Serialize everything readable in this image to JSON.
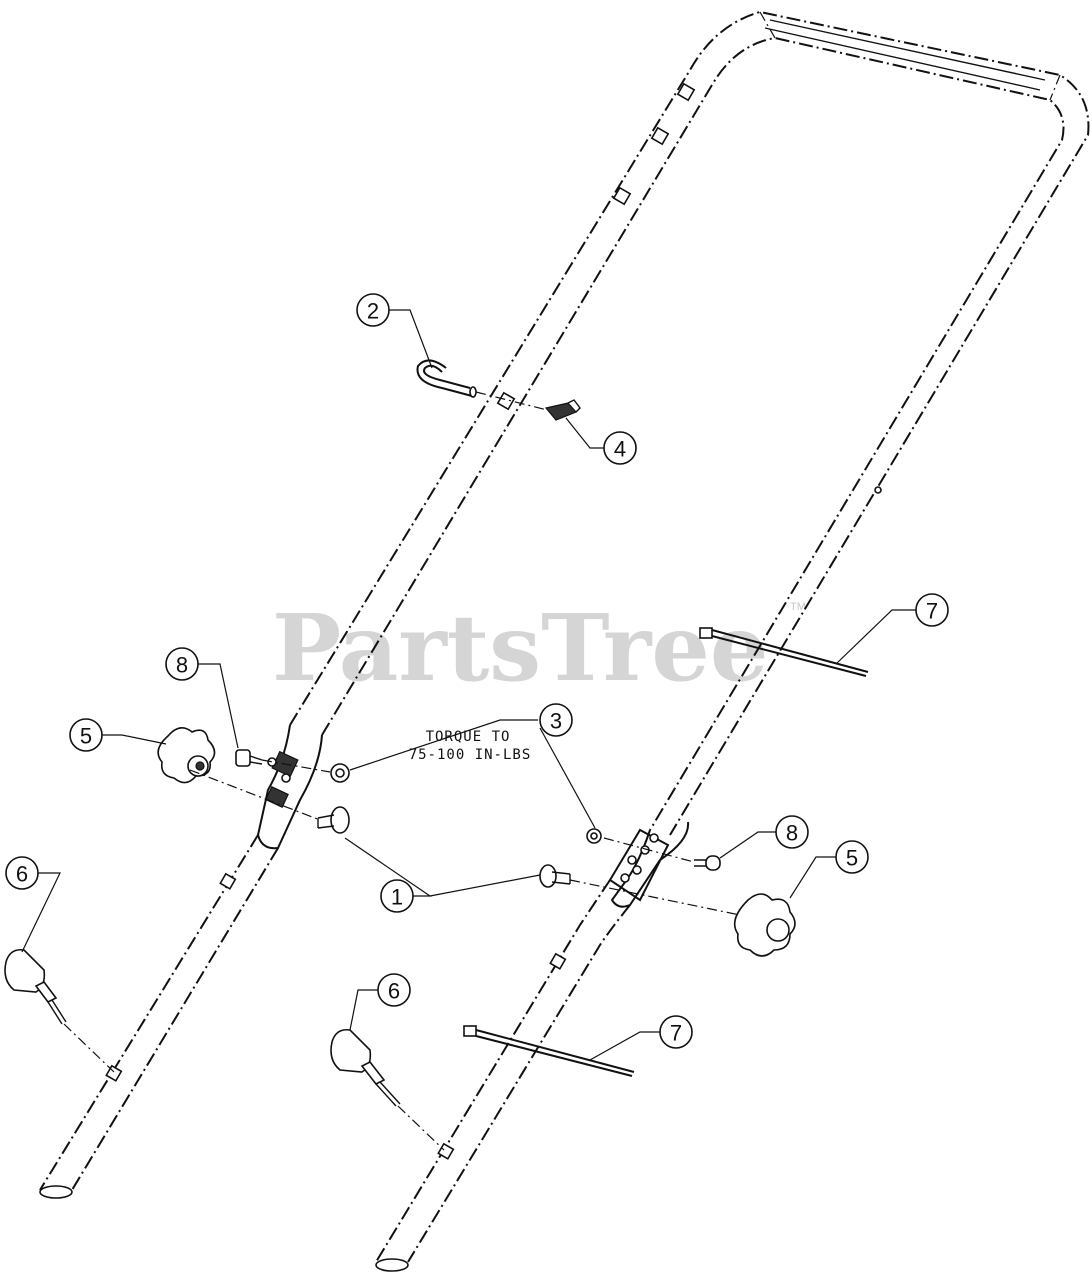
{
  "watermark": {
    "brand": "PartsTree",
    "trademark": "TM"
  },
  "note": {
    "line1": "TORQUE TO",
    "line2": "75-100 IN-LBS"
  },
  "callouts": [
    {
      "id": "callout-1",
      "label": "1"
    },
    {
      "id": "callout-2",
      "label": "2"
    },
    {
      "id": "callout-3",
      "label": "3"
    },
    {
      "id": "callout-4",
      "label": "4"
    },
    {
      "id": "callout-5-left",
      "label": "5"
    },
    {
      "id": "callout-5-right",
      "label": "5"
    },
    {
      "id": "callout-6-left",
      "label": "6"
    },
    {
      "id": "callout-6-right",
      "label": "6"
    },
    {
      "id": "callout-7-upper",
      "label": "7"
    },
    {
      "id": "callout-7-lower",
      "label": "7"
    },
    {
      "id": "callout-8-left",
      "label": "8"
    },
    {
      "id": "callout-8-right",
      "label": "8"
    }
  ]
}
